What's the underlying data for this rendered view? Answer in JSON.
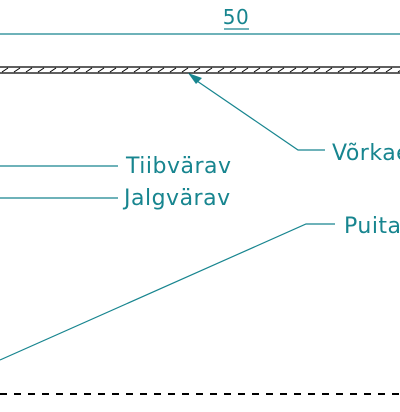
{
  "drawing": {
    "line_color": "#17858f",
    "hatch_color": "#000000",
    "dimension": {
      "value": "50"
    },
    "labels": {
      "mesh_fence": "Võrkae",
      "wing_gate": "Tiibvärav",
      "foot_gate": "Jalgvärav",
      "wooden_fence": "Puitae"
    }
  }
}
